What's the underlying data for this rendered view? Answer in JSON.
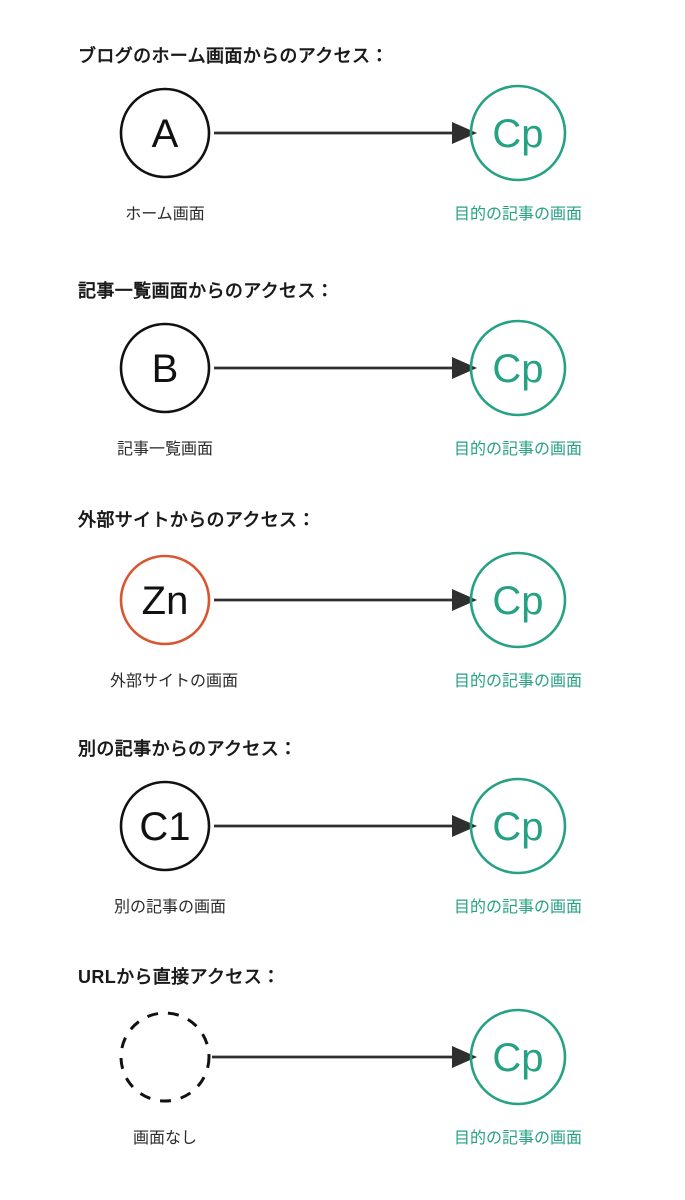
{
  "meta": {
    "background_color": "#ffffff",
    "accent_teal": "#26a184",
    "accent_orange": "#d9552f",
    "ink": "#111111",
    "arrow_color": "#2f2f2f"
  },
  "target_node": {
    "glyph": "Cp",
    "label": "目的の記事の画面",
    "color": "#26a184"
  },
  "sections": [
    {
      "heading": "ブログのホーム画面からのアクセス：",
      "source": {
        "glyph": "A",
        "label": "ホーム画面",
        "style": "solid-black",
        "color": "#111111"
      }
    },
    {
      "heading": "記事一覧画面からのアクセス：",
      "source": {
        "glyph": "B",
        "label": "記事一覧画面",
        "style": "solid-black",
        "color": "#111111"
      }
    },
    {
      "heading": "外部サイトからのアクセス：",
      "source": {
        "glyph": "Zn",
        "label": "外部サイトの画面",
        "style": "solid-orange",
        "color": "#d9552f"
      }
    },
    {
      "heading": "別の記事からのアクセス：",
      "source": {
        "glyph": "C1",
        "label": "別の記事の画面",
        "style": "solid-black",
        "color": "#111111"
      }
    },
    {
      "heading": "URLから直接アクセス：",
      "source": {
        "glyph": "",
        "label": "画面なし",
        "style": "dashed-black",
        "color": "#111111"
      }
    }
  ]
}
